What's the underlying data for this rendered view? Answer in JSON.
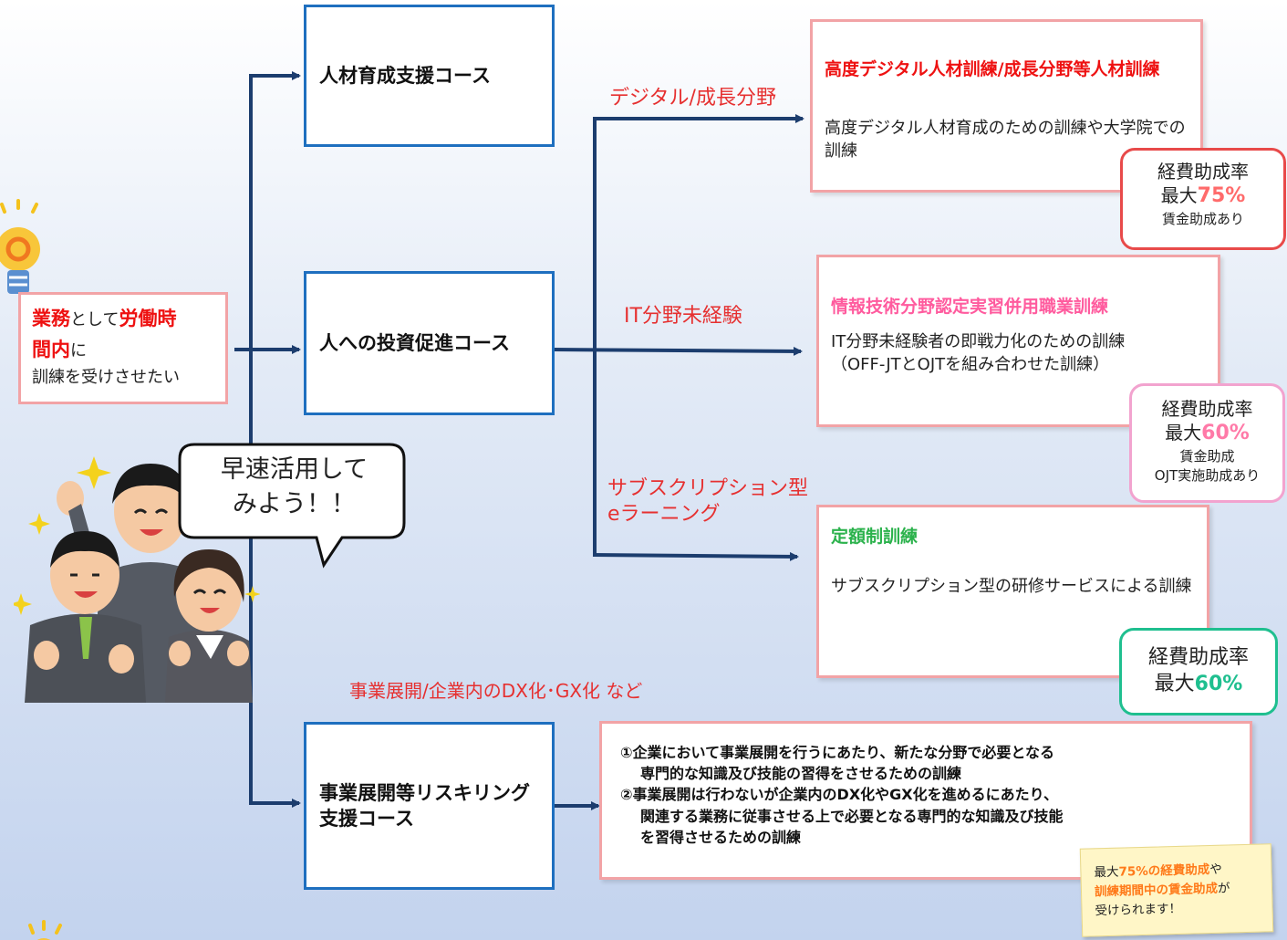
{
  "courses": {
    "jinzai": "人材育成支援コース",
    "toushi": "人への投資促進コース",
    "jigyou": "事業展開等リスキリング支援コース"
  },
  "branches": {
    "digital": "デジタル/成長分野",
    "it": "IT分野未経験",
    "sub_line1": "サブスクリプション型",
    "sub_line2": "eラーニング",
    "dx": "事業展開/企業内のDX化･GX化 など"
  },
  "cards": {
    "digital": {
      "title": "高度デジタル人材訓練/成長分野等人材訓練",
      "desc": "高度デジタル人材育成のための訓練や大学院での訓練"
    },
    "it": {
      "title": "情報技術分野認定実習併用職業訓練",
      "desc_line1": "IT分野未経験者の即戦力化のための訓練",
      "desc_line2": "（OFF-JTとOJTを組み合わせた訓練）"
    },
    "sub": {
      "title": "定額制訓練",
      "desc": "サブスクリプション型の研修サービスによる訓練"
    },
    "reskill": {
      "item1_line1": "①企業において事業展開を行うにあたり、新たな分野で必要となる",
      "item1_line2": "専門的な知識及び技能の習得をさせるための訓練",
      "item2_line1": "②事業展開は行わないが企業内のDX化やGX化を進めるにあたり、",
      "item2_line2": "関連する業務に従事させる上で必要となる専門的な知識及び技能",
      "item2_line3": "を習得させるための訓練"
    }
  },
  "rates": {
    "label": "経費助成率",
    "max": "最大",
    "digital_value": "75%",
    "digital_note": "賃金助成あり",
    "it_value": "60%",
    "it_note1": "賃金助成",
    "it_note2": "OJT実施助成あり",
    "sub_value": "60%"
  },
  "note": {
    "prefix": "最大",
    "highlight1": "75%の経費助成",
    "mid": "や",
    "highlight2": "訓練期間中の賃金助成",
    "suffix1": "が",
    "suffix2": "受けられます！"
  },
  "intro": {
    "hl1": "業務",
    "t1": "として",
    "hl2": "労働時",
    "hl3": "間内",
    "t2": "に",
    "t3": "訓練を受けさせたい"
  },
  "bubble": {
    "line1": "早速活用して",
    "line2": "みよう！！"
  },
  "colors": {
    "arrow": "#1c3d6e",
    "course_border": "#1e6fbf",
    "card_border": "#f2a3a6",
    "rate_digital": "#e84a4a",
    "rate_it": "#f2a3cf",
    "rate_sub": "#1fbf8f",
    "highlight_red": "#ee1111",
    "highlight_pink": "#ff7aa8",
    "highlight_green": "#2bb24c",
    "highlight_orange": "#ff7a1a"
  }
}
